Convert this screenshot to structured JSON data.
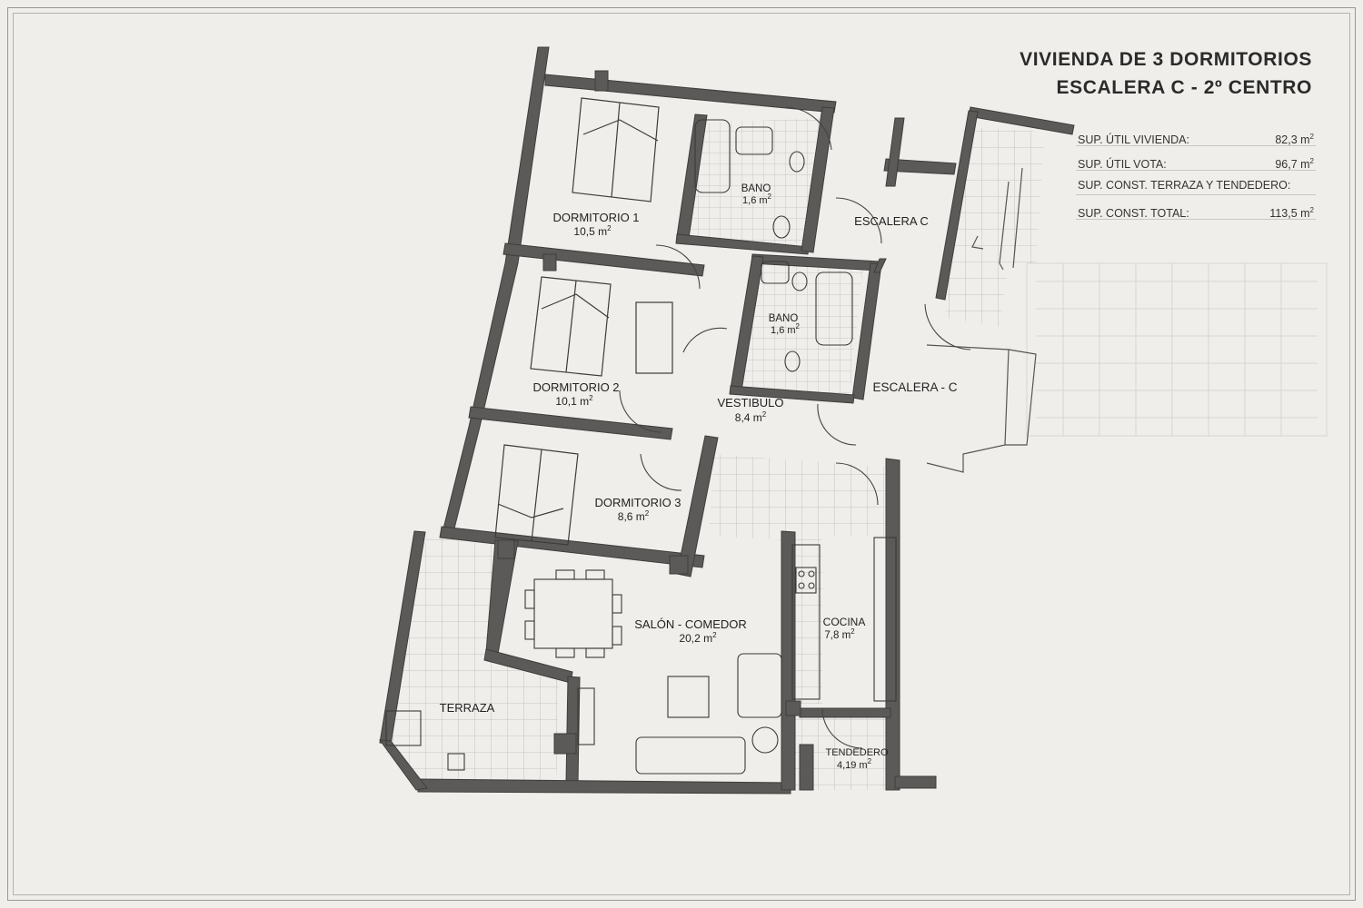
{
  "title": {
    "line1": "VIVIENDA DE 3 DORMITORIOS",
    "line2": "ESCALERA C - 2º CENTRO"
  },
  "areas": [
    {
      "label": "SUP. ÚTIL VIVIENDA:",
      "value": "82,3 m",
      "unit_exp": "2"
    },
    {
      "label": "SUP. ÚTIL VOTA:",
      "value": "96,7 m",
      "unit_exp": "2"
    },
    {
      "label": "SUP. CONST. TERRAZA Y TENDEDERO:",
      "value": "",
      "unit_exp": ""
    },
    {
      "label": "SUP. CONST. TOTAL:",
      "value": "113,5 m",
      "unit_exp": "2"
    }
  ],
  "rooms": {
    "dormitorio1": {
      "name": "DORMITORIO 1",
      "area": "10,5 m",
      "exp": "2"
    },
    "bano1": {
      "name": "BANO",
      "area": "1,6 m",
      "exp": "2"
    },
    "bano2": {
      "name": "BANO",
      "area": "1,6 m",
      "exp": "2"
    },
    "dormitorio2": {
      "name": "DORMITORIO 2",
      "area": "10,1 m",
      "exp": "2"
    },
    "vestibulo": {
      "name": "VESTIBULO",
      "area": "8,4 m",
      "exp": "2"
    },
    "dormitorio3": {
      "name": "DORMITORIO 3",
      "area": "8,6 m",
      "exp": "2"
    },
    "salon": {
      "name": "SALÓN - COMEDOR",
      "area": "20,2 m",
      "exp": "2"
    },
    "cocina": {
      "name": "COCINA",
      "area": "7,8 m",
      "exp": "2"
    },
    "tendedero": {
      "name": "TENDEDERO",
      "area": "4,19 m",
      "exp": "2"
    },
    "terraza": {
      "name": "TERRAZA"
    },
    "escalera_top": {
      "name": "ESCALERA  C"
    },
    "escalera_mid": {
      "name": "ESCALERA - C"
    }
  },
  "colors": {
    "background": "#efeeea",
    "wall": "#4a4a4a",
    "wall_fill": "#5a5a58",
    "line": "#3a3a3a",
    "tile": "#b8b6b2"
  }
}
